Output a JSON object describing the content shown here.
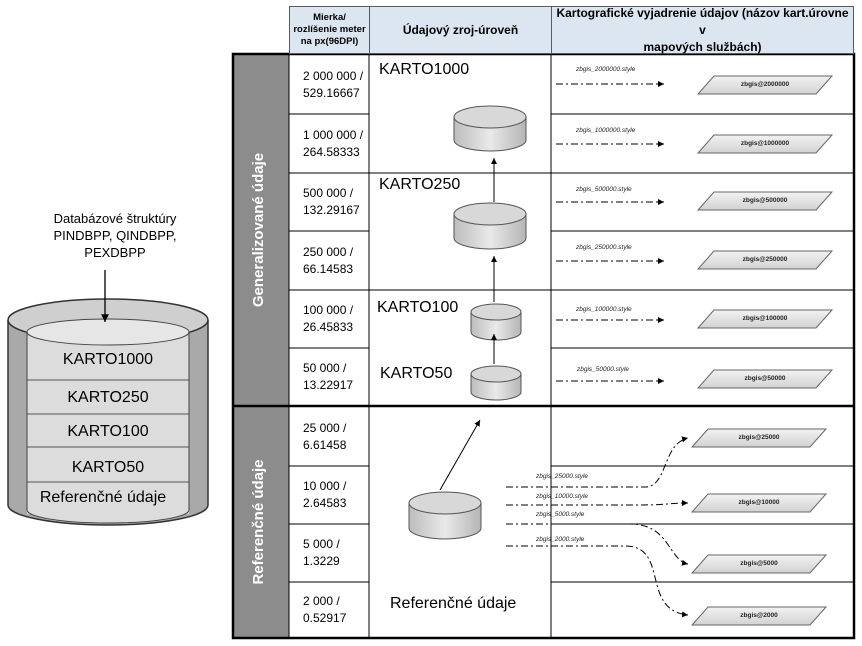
{
  "db_structure": {
    "caption_lines": [
      "Databázové štruktúry",
      "PINDBPP, QINDBPP,",
      "PEXDBPP"
    ],
    "layers": [
      "KARTO1000",
      "KARTO250",
      "KARTO100",
      "KARTO50",
      "Referenčné údaje"
    ]
  },
  "table": {
    "headers": {
      "scale": [
        "Mierka/",
        "rozlíšenie meter",
        "na px(96DPI)"
      ],
      "source": "Údajový zroj-úroveň",
      "carto": [
        "Kartografické vyjadrenie údajov (názov kart.úrovne v",
        "mapových službách)"
      ]
    },
    "groups": {
      "generalized": "Generalizované údaje",
      "reference": "Referenčné údaje"
    },
    "rows": [
      {
        "scale": "2 000 000 /",
        "resolution": "529.16667",
        "style": "zbgis_2000000.style",
        "layer": "zbgis@2000000"
      },
      {
        "scale": "1 000 000 /",
        "resolution": "264.58333",
        "style": "zbgis_1000000.style",
        "layer": "zbgis@1000000"
      },
      {
        "scale": "500 000 /",
        "resolution": "132.29167",
        "style": "zbgis_500000.style",
        "layer": "zbgis@500000"
      },
      {
        "scale": "250 000 /",
        "resolution": "66.14583",
        "style": "zbgis_250000.style",
        "layer": "zbgis@250000"
      },
      {
        "scale": "100 000 /",
        "resolution": "26.45833",
        "style": "zbgis_100000.style",
        "layer": "zbgis@100000"
      },
      {
        "scale": "50 000 /",
        "resolution": "13.22917",
        "style": "zbgis_50000.style",
        "layer": "zbgis@50000"
      },
      {
        "scale": "25 000 /",
        "resolution": "6.61458",
        "style": "zbgis_25000.style",
        "layer": "zbgis@25000"
      },
      {
        "scale": "10 000 /",
        "resolution": "2.64583",
        "style": "zbgis_10000.style",
        "layer": "zbgis@10000"
      },
      {
        "scale": "5 000 /",
        "resolution": "1.3229",
        "style": "zbgis_5000.style",
        "layer": "zbgis@5000"
      },
      {
        "scale": "2 000 /",
        "resolution": "0.52917",
        "style": "zbgis_2000.style",
        "layer": "zbgis@2000"
      }
    ],
    "sources": [
      "KARTO1000",
      "KARTO250",
      "KARTO100",
      "KARTO50",
      "Referenčné údaje"
    ]
  }
}
